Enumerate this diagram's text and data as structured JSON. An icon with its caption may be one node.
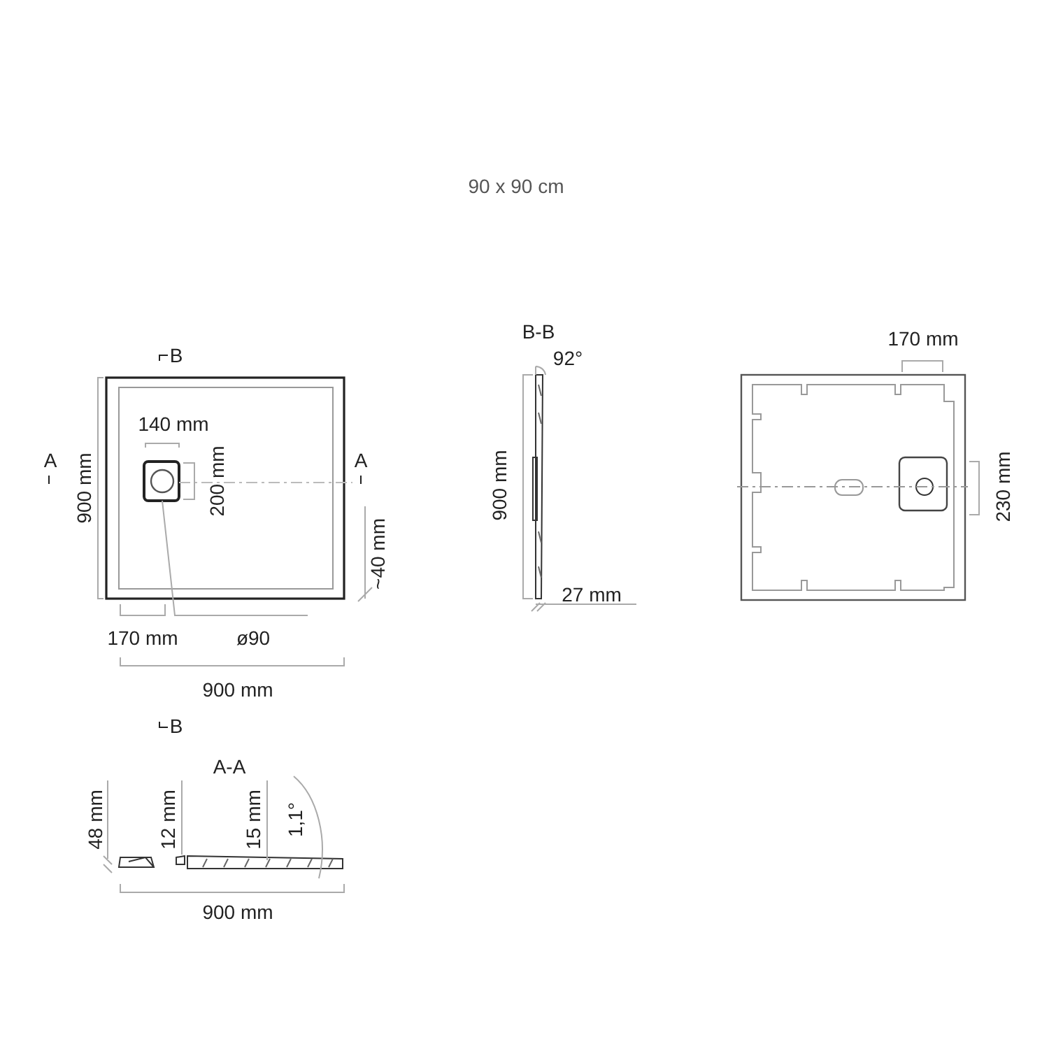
{
  "diagram": {
    "title": "90 x 90 cm",
    "labels": [
      "B",
      "A",
      "900 mm",
      "140 mm",
      "200 mm",
      "A",
      "~40 mm",
      "170 mm",
      "ø90",
      "900 mm",
      "B-B",
      "92°",
      "900 mm",
      "27 mm",
      "170 mm",
      "230 mm",
      "B",
      "A-A",
      "48 mm",
      "12 mm",
      "15 mm",
      "1,1°",
      "900 mm"
    ]
  }
}
